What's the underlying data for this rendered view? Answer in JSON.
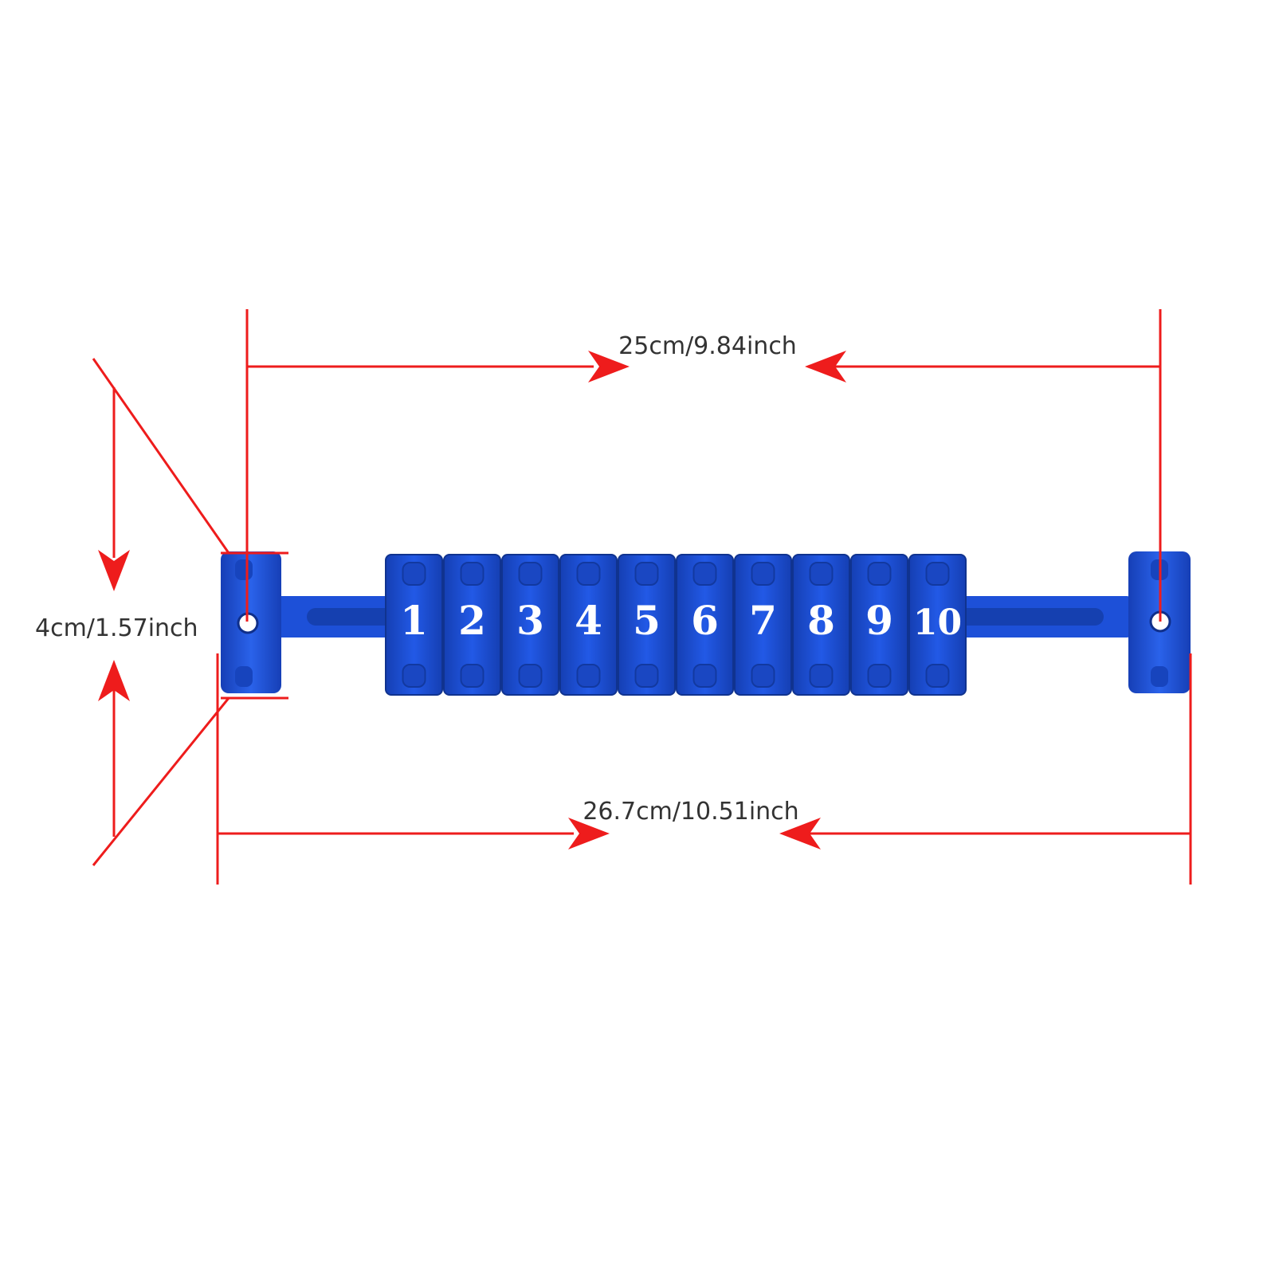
{
  "dimensions": {
    "inner_length": "25cm/9.84inch",
    "total_length": "26.7cm/10.51inch",
    "height": "4cm/1.57inch"
  },
  "beads": [
    "1",
    "2",
    "3",
    "4",
    "5",
    "6",
    "7",
    "8",
    "9",
    "10"
  ],
  "colors": {
    "product_blue": "#1c4fd6",
    "dimension_red": "#ee1c1c",
    "label_text": "#333333",
    "bead_text": "#ffffff"
  }
}
